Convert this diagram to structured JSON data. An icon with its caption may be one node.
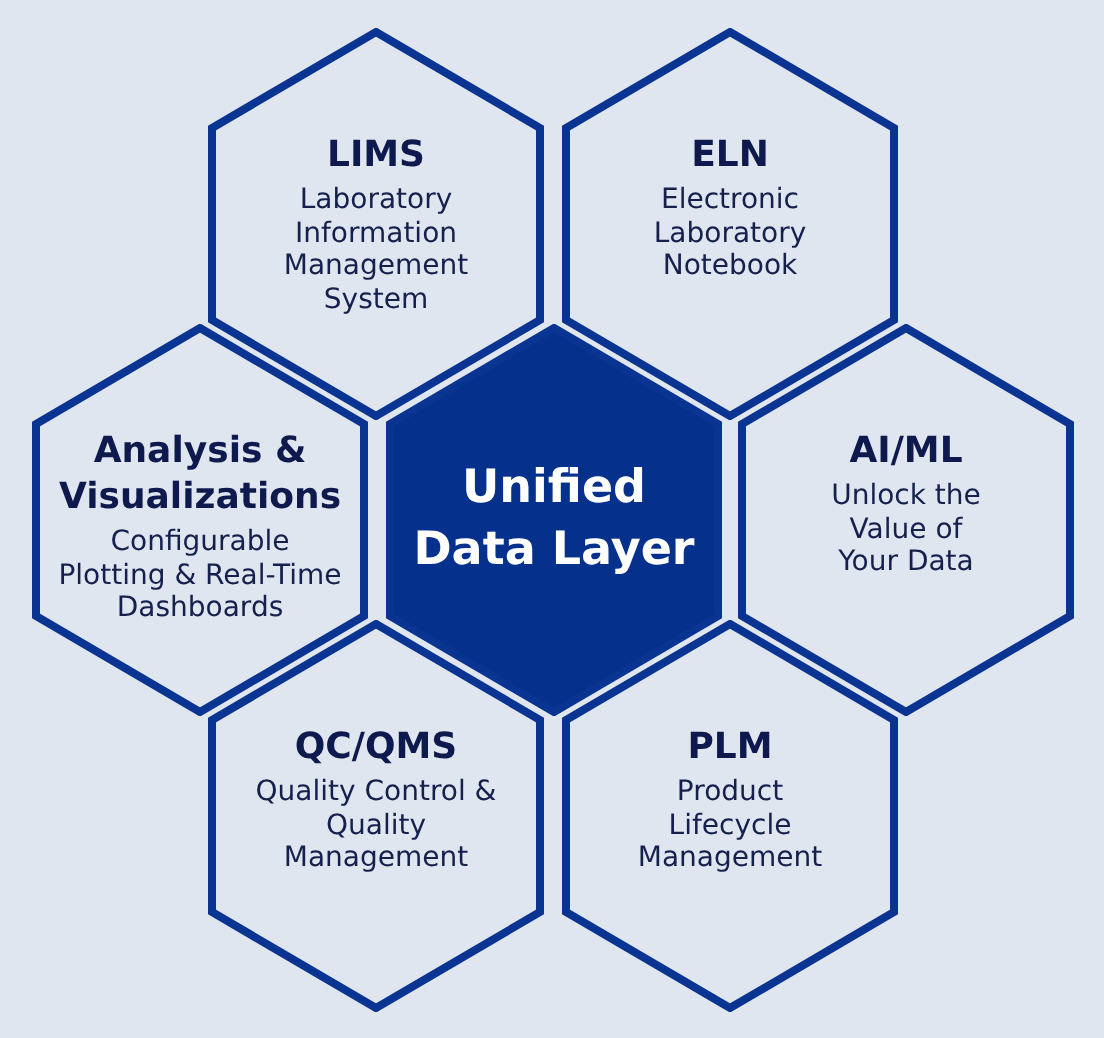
{
  "diagram": {
    "nodes": [
      {
        "text": [
          "LIMS",
          "Laboratory Information Management System"
        ]
      },
      {
        "text": [
          "ELN",
          "Electronic Laboratory Notebook"
        ]
      },
      {
        "text": [
          "Analysis & Visualizations",
          "Configurable Plotting & Real-Time Dashboards"
        ]
      },
      {
        "text": [
          "Unified Data Layer"
        ]
      },
      {
        "text": [
          "AI/ML",
          "Unlock the Value of Your Data"
        ]
      },
      {
        "text": [
          "QC/QMS",
          "Quality Control & Quality Management"
        ]
      },
      {
        "text": [
          "PLM",
          "Product Lifecycle Management"
        ]
      }
    ]
  }
}
